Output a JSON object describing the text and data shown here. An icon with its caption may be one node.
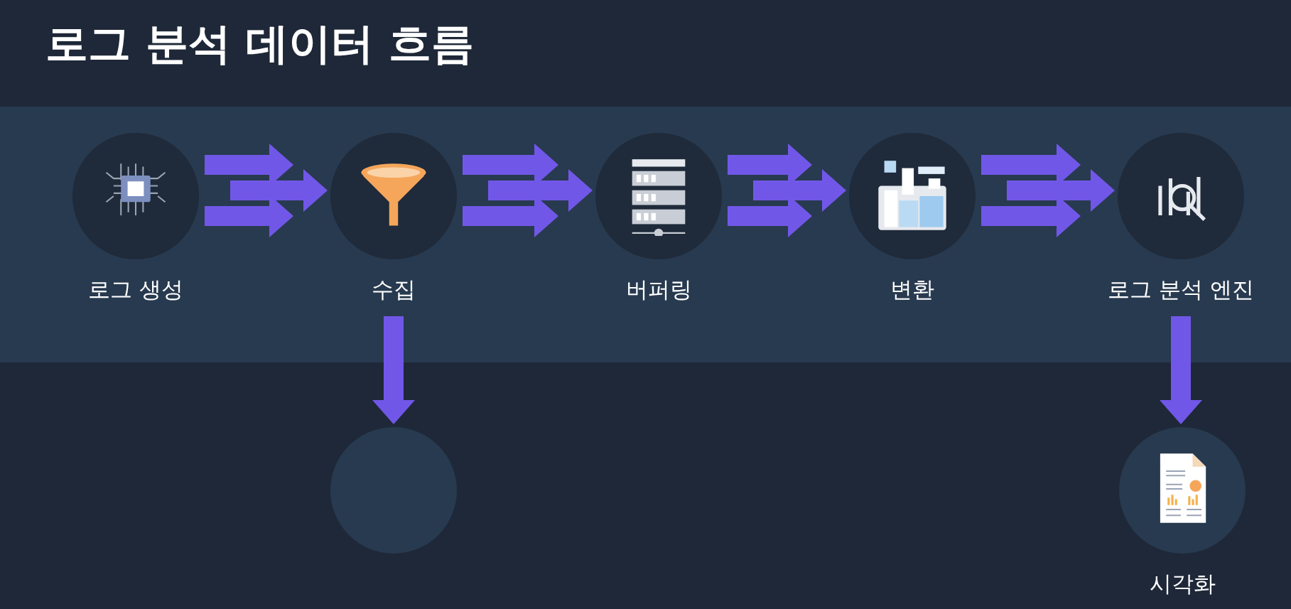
{
  "diagram": {
    "title": "로그 분석 데이터 흐름",
    "nodes": [
      {
        "text": [
          "로그 생성"
        ]
      },
      {
        "text": [
          "수집"
        ]
      },
      {
        "text": [
          "버퍼링"
        ]
      },
      {
        "text": [
          "변환"
        ]
      },
      {
        "text": [
          "로그 분석 엔진"
        ]
      },
      {
        "text": [],
        "shape": "circle"
      },
      {
        "text": [
          "시각화"
        ]
      }
    ],
    "edges": [
      {
        "from": 0,
        "to": 1,
        "arrow": "to"
      },
      {
        "from": 1,
        "to": 2,
        "arrow": "to"
      },
      {
        "from": 2,
        "to": 3,
        "arrow": "to"
      },
      {
        "from": 3,
        "to": 4,
        "arrow": "to"
      },
      {
        "from": 1,
        "to": 5,
        "arrow": "to"
      },
      {
        "from": 4,
        "to": 6,
        "arrow": "to"
      }
    ]
  }
}
